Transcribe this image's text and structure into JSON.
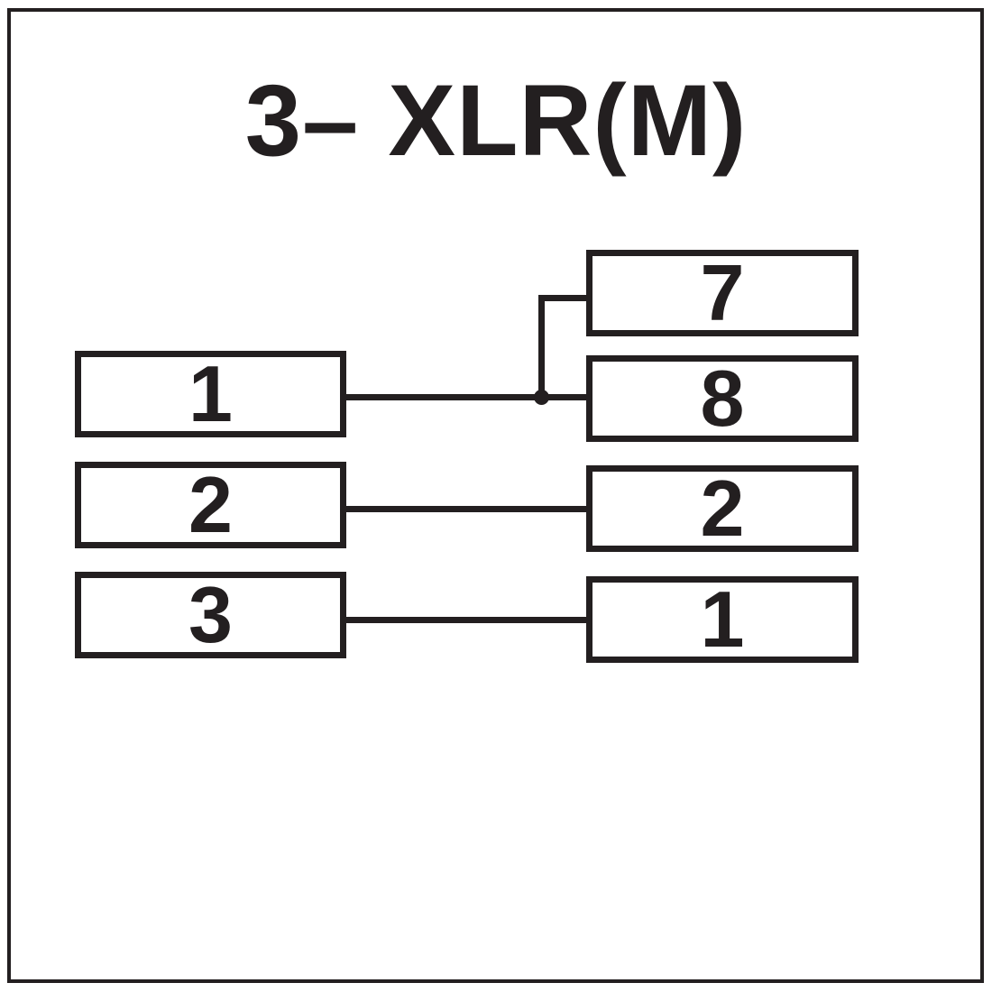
{
  "title": "3– XLR(M)",
  "colors": {
    "ink": "#231f20",
    "background": "#ffffff"
  },
  "left_connector": {
    "pins": [
      {
        "label": "1"
      },
      {
        "label": "2"
      },
      {
        "label": "3"
      }
    ]
  },
  "right_connector": {
    "pins": [
      {
        "label": "7"
      },
      {
        "label": "8"
      },
      {
        "label": "2"
      },
      {
        "label": "1"
      }
    ]
  },
  "connections": [
    {
      "from": "left-pin-1",
      "to": "right-pin-7"
    },
    {
      "from": "left-pin-1",
      "to": "right-pin-8"
    },
    {
      "from": "left-pin-2",
      "to": "right-pin-2"
    },
    {
      "from": "left-pin-3",
      "to": "right-pin-1"
    }
  ]
}
